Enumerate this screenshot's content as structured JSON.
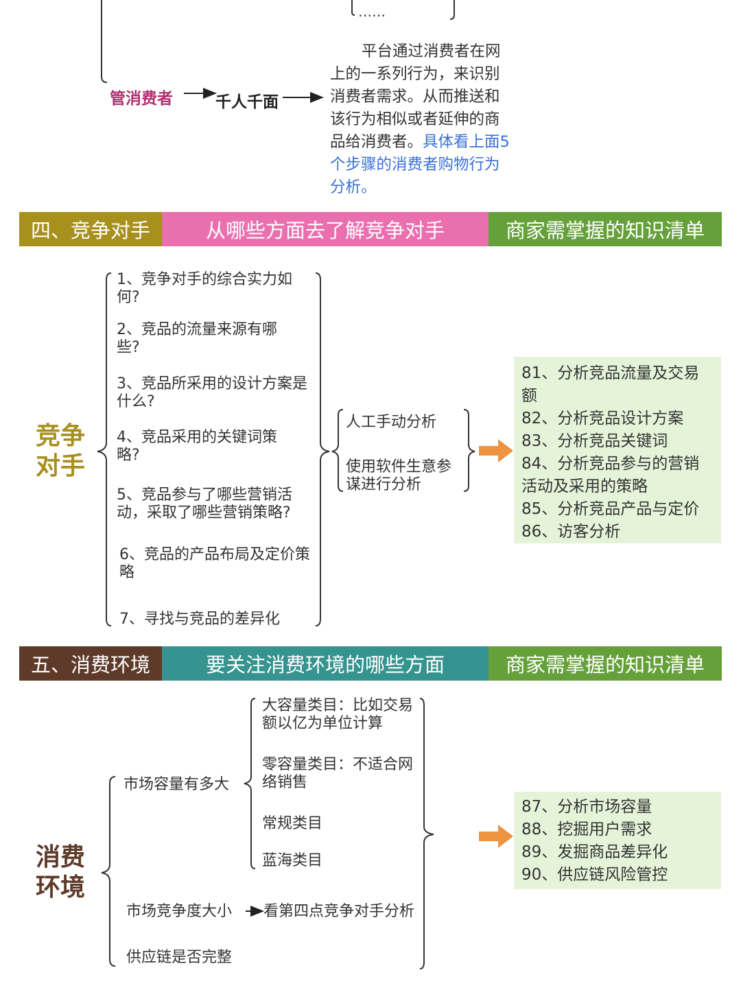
{
  "top": {
    "ellipsis": "……",
    "manage_consumer": "管消费者",
    "thousand_faces": "千人千面",
    "desc_plain": "平台通过消费者在网上的一系列行为，来识别消费者需求。从而推送和该行为相似或者延伸的商品给消费者。",
    "desc_link": "具体看上面5个步骤的消费者购物行为分析。"
  },
  "section4": {
    "banner_left": "四、竞争对手",
    "banner_mid": "从哪些方面去了解竞争对手",
    "banner_right": "商家需掌握的知识清单",
    "title_line1": "竞争",
    "title_line2": "对手",
    "questions": [
      "1、竞争对手的综合实力如何?",
      "2、竞品的流量来源有哪些?",
      "3、竞品所采用的设计方案是什么?",
      "4、竞品采用的关键词策略?",
      "5、竞品参与了哪些营销活动，采取了哪些营销策略?",
      "6、竞品的产品布局及定价策略",
      "7、寻找与竞品的差异化"
    ],
    "methods": [
      "人工手动分析",
      "使用软件生意参谋进行分析"
    ],
    "checklist": [
      "81、分析竞品流量及交易额",
      "82、分析竞品设计方案",
      "83、分析竞品关键词",
      "84、分析竞品参与的营销活动及采用的策略",
      "85、分析竞品产品与定价",
      "86、访客分析"
    ]
  },
  "section5": {
    "banner_left": "五、消费环境",
    "banner_mid": "要关注消费环境的哪些方面",
    "banner_right": "商家需掌握的知识清单",
    "title_line1": "消费",
    "title_line2": "环境",
    "market_capacity": "市场容量有多大",
    "categories": [
      "大容量类目：比如交易额以亿为单位计算",
      "零容量类目：不适合网络销售",
      "常规类目",
      "蓝海类目"
    ],
    "competition": "市场竞争度大小",
    "competition_ref": "看第四点竞争对手分析",
    "supply_chain": "供应链是否完整",
    "checklist": [
      "87、分析市场容量",
      "88、挖掘用户需求",
      "89、发掘商品差异化",
      "90、供应链风险管控"
    ]
  },
  "colors": {
    "banner4_left": "#a8901f",
    "banner4_mid": "#ea6fae",
    "banner_right": "#66a03b",
    "banner5_left": "#5e3a2a",
    "banner5_mid": "#35948f",
    "title4": "#a8901f",
    "title5": "#5e3a2a",
    "manage": "#b0306e",
    "link": "#3a6fd8",
    "arrow": "#ee9440",
    "checklist_bg": "#e5f4d9"
  }
}
